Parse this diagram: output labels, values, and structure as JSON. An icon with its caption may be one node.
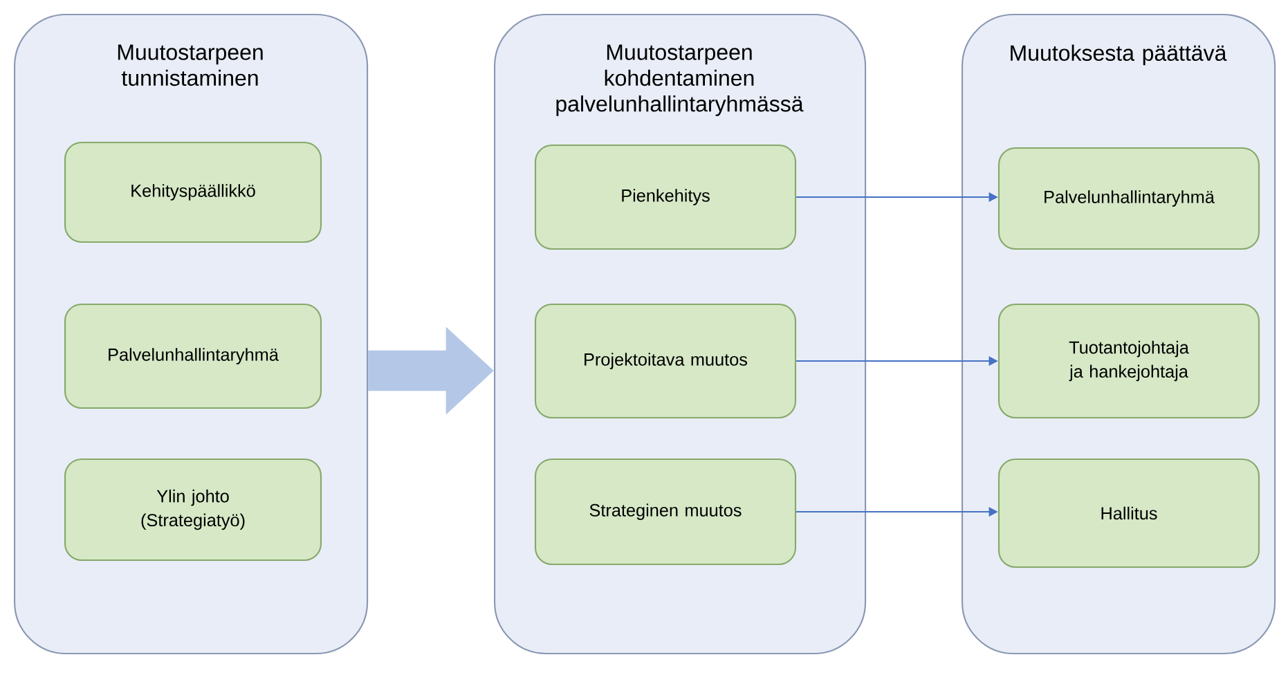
{
  "diagram": {
    "nodes": [
      {
        "text": [
          "Muutostarpeen tunnistaminen"
        ]
      },
      {
        "text": [
          "Kehityspäällikkö"
        ],
        "in": 0
      },
      {
        "text": [
          "Palvelunhallintaryhmä"
        ],
        "in": 0
      },
      {
        "text": [
          "Ylin johto (Strategiatyö)"
        ],
        "in": 0
      },
      {
        "text": [
          "Muutostarpeen kohdentaminen palvelunhallintaryhmässä"
        ]
      },
      {
        "text": [
          "Pienkehitys"
        ],
        "in": 4
      },
      {
        "text": [
          "Projektoitava muutos"
        ],
        "in": 4
      },
      {
        "text": [
          "Strateginen muutos"
        ],
        "in": 4
      },
      {
        "text": [
          "Muutoksesta päättävä"
        ]
      },
      {
        "text": [
          "Palvelunhallintaryhmä"
        ],
        "in": 8
      },
      {
        "text": [
          "Tuotantojohtaja ja hankejohtaja"
        ],
        "in": 8
      },
      {
        "text": [
          "Hallitus"
        ],
        "in": 8
      }
    ],
    "edges": [
      {
        "from": 0,
        "to": 4,
        "arrow": "to",
        "style": "thick",
        "color": "#b4c7e7"
      },
      {
        "from": 5,
        "to": 9,
        "arrow": "to"
      },
      {
        "from": 6,
        "to": 10,
        "arrow": "to"
      },
      {
        "from": 7,
        "to": 11,
        "arrow": "to"
      }
    ]
  }
}
